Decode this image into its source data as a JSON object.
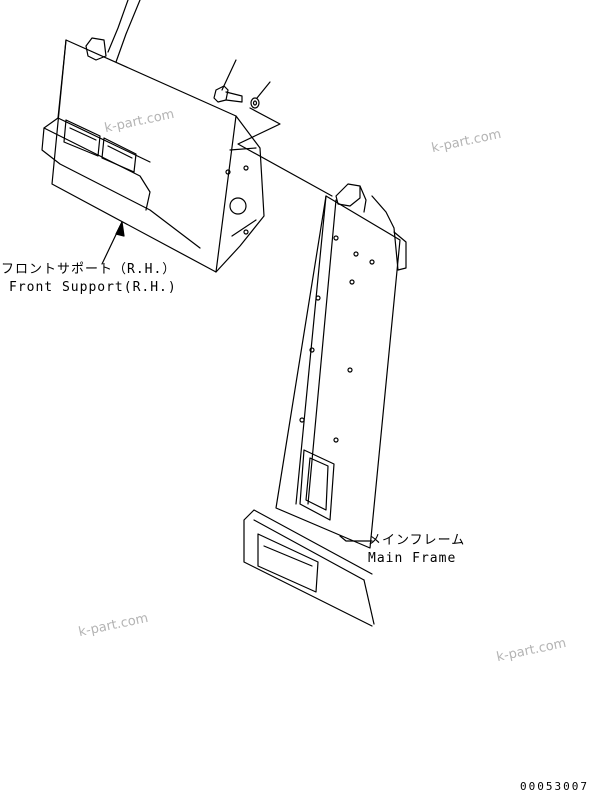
{
  "labels": {
    "front_support_jp": "フロントサポート（R.H.）",
    "front_support_en": "Front Support(R.H.)",
    "main_frame_jp": "メインフレーム",
    "main_frame_en": "Main Frame"
  },
  "drawing_number": "00053007",
  "watermarks": [
    "k-part.com",
    "k-part.com",
    "k-part.com",
    "k-part.com"
  ],
  "colors": {
    "line": "#000000",
    "watermark": "#b4b4b4",
    "background": "#ffffff"
  }
}
